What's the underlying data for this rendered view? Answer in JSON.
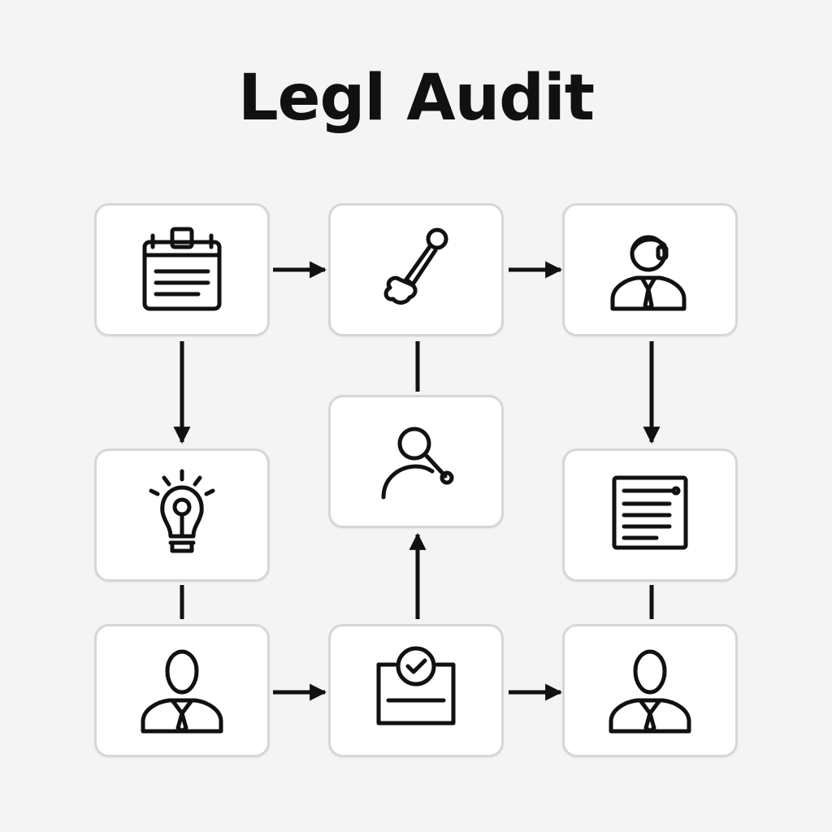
{
  "title": "Legl Audit",
  "nodes": [
    {
      "id": "r1c1",
      "icon": "clipboard-icon"
    },
    {
      "id": "r1c2",
      "icon": "wrench-icon"
    },
    {
      "id": "r1c3",
      "icon": "person-headset-icon"
    },
    {
      "id": "r2c1",
      "icon": "lightbulb-icon"
    },
    {
      "id": "r2c2",
      "icon": "person-search-icon"
    },
    {
      "id": "r2c3",
      "icon": "document-icon"
    },
    {
      "id": "r3c1",
      "icon": "person-tie-icon"
    },
    {
      "id": "r3c2",
      "icon": "approval-check-icon"
    },
    {
      "id": "r3c3",
      "icon": "person-tie-icon"
    }
  ],
  "edges": [
    {
      "from": "r1c1",
      "to": "r1c2",
      "arrow": true
    },
    {
      "from": "r1c2",
      "to": "r1c3",
      "arrow": true
    },
    {
      "from": "r1c1",
      "to": "r2c1",
      "arrow": true
    },
    {
      "from": "r1c3",
      "to": "r2c3",
      "arrow": true
    },
    {
      "from": "r1c2",
      "to": "r2c2",
      "arrow": false
    },
    {
      "from": "r3c2",
      "to": "r2c2",
      "arrow": true
    },
    {
      "from": "r2c1",
      "to": "r3c1",
      "arrow": false
    },
    {
      "from": "r2c3",
      "to": "r3c3",
      "arrow": false
    },
    {
      "from": "r3c1",
      "to": "r3c2",
      "arrow": true
    },
    {
      "from": "r3c2",
      "to": "r3c3",
      "arrow": true
    }
  ],
  "colors": {
    "stroke": "#111111",
    "box_border": "#d6d6d6",
    "background": "#f4f4f4"
  }
}
